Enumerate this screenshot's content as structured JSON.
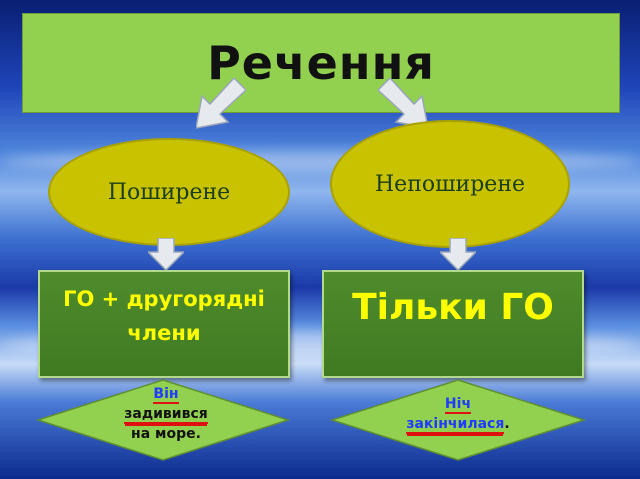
{
  "title": "Речення",
  "branches": {
    "left": {
      "ellipse_label": "Поширене",
      "box_text": "ГО + другорядні члени",
      "example": {
        "subject": "Він",
        "predicate": "задивився",
        "rest": "на море."
      }
    },
    "right": {
      "ellipse_label": "Непоширене",
      "box_text": "Тільки ГО",
      "example": {
        "subject": "Ніч",
        "predicate": "закінчилася",
        "rest": "."
      }
    }
  },
  "colors": {
    "title_box": "#92d050",
    "ellipse": "#c9c200",
    "green_box": "#4a862a",
    "box_text": "#ffff00",
    "diamond": "#92d050",
    "underline": "#e01010",
    "example_blue": "#1f3cff"
  }
}
